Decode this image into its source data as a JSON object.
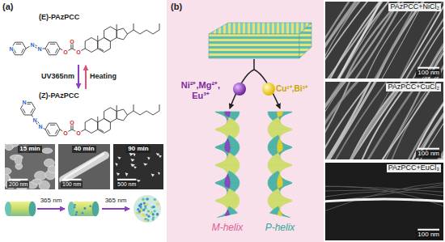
{
  "diagram": {
    "nodes": [
      {
        "text": [
          "15 min",
          "200 nm"
        ]
      },
      {
        "text": [
          "40 min",
          "100 nm"
        ]
      },
      {
        "text": [
          "90 min",
          "500 nm"
        ]
      },
      {
        "text": [
          "PAzPCC+NiCl₂",
          "100 nm"
        ]
      },
      {
        "text": [
          "PAzPCC+CuCl₂",
          "100 nm"
        ]
      },
      {
        "text": [
          "PAzPCC+EuCl₃",
          "100 nm"
        ]
      }
    ],
    "labels": [
      "(a)",
      "(E)-PAzPCC",
      "N",
      "N",
      "N",
      "O",
      "O",
      "O",
      "UV365nm",
      "Heating",
      "(Z)-PAzPCC",
      "N",
      "N",
      "N",
      "O",
      "O",
      "O",
      "365 nm",
      "365 nm",
      "(b)",
      "Ni²⁺,Mg²⁺, Eu³⁺",
      "Cu²⁺,Bi³⁺",
      "M-helix",
      "P-helix"
    ]
  }
}
